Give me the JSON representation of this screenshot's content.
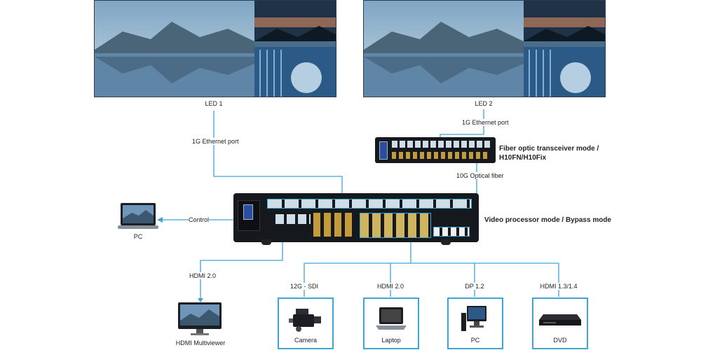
{
  "screens": {
    "led1": {
      "label": "LED 1"
    },
    "led2": {
      "label": "LED 2"
    }
  },
  "links": {
    "ethernet1": "1G Ethernet port",
    "ethernet2": "1G Ethernet port",
    "optical": "10G Optical fiber",
    "control": "Control",
    "hdmi_out": "HDMI 2.0"
  },
  "modes": {
    "fiber": [
      "Fiber optic transceiver mode /",
      "H10FN/H10Fix"
    ],
    "processor": "Video processor mode / Bypass mode"
  },
  "peripherals": {
    "pc_control": "PC",
    "multiviewer": "HDMI Multiviewer"
  },
  "inputs": [
    {
      "signal": "12G - SDI",
      "device": "Camera"
    },
    {
      "signal": "HDMI 2.0",
      "device": "Laptop"
    },
    {
      "signal": "DP 1.2",
      "device": "PC"
    },
    {
      "signal": "HDMI 1.3/1.4",
      "device": "DVD"
    }
  ],
  "colors": {
    "line": "#3fa4d8",
    "device": "#15181c"
  }
}
